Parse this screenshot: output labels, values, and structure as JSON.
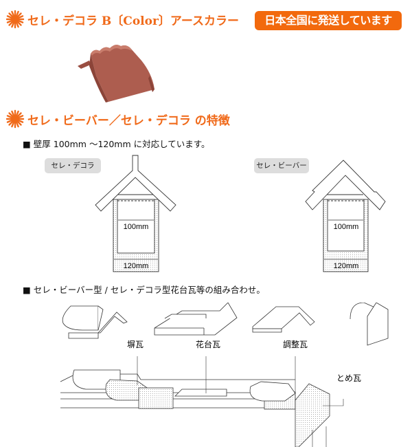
{
  "header": {
    "title": "セレ・デコラ B〔Color〕アースカラー",
    "shipping_badge": "日本全国に発送しています"
  },
  "features": {
    "title": "セレ・ビーバー／セレ・デコラ の特徴",
    "bullet1": "■ 壁厚 100mm ～120mm に対応しています。",
    "diagram_left_label": "セレ・デコラ",
    "diagram_right_label": "セレ・ビーバー",
    "inner_width": "100mm",
    "outer_width": "120mm",
    "bullet2": "■ セレ・ビーバー型 / セレ・デコラ型花台瓦等の組み合わせ。"
  },
  "parts": {
    "tile_a": "塀瓦",
    "tile_b": "花台瓦",
    "tile_c": "調整瓦",
    "tile_d": "とめ瓦"
  },
  "colors": {
    "accent": "#f06a1a",
    "badge": "#f2690d",
    "tile": "#a8584a"
  }
}
